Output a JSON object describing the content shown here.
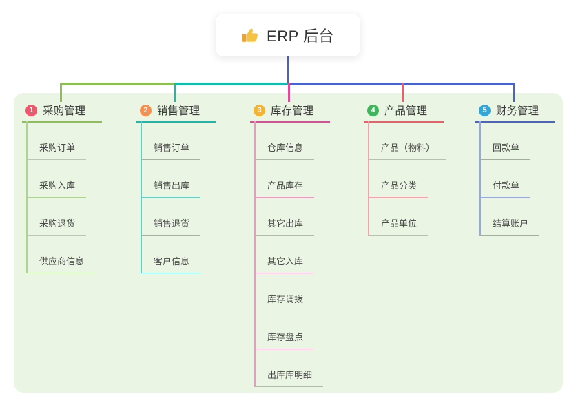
{
  "root": {
    "label": "ERP 后台",
    "icon": "thumbs-up-icon",
    "line_color": "#4862ce"
  },
  "colors": {
    "panel_bg": "#eaf6e3",
    "root_text": "#333333",
    "branch_text": "#3a3a3a",
    "child_text": "#4a4a4a"
  },
  "branches": [
    {
      "number": "1",
      "label": "采购管理",
      "badge_color": "#f3566b",
      "line_color": "#8cc152",
      "child_line_color": "#aed491",
      "children": [
        "采购订单",
        "采购入库",
        "采购退货",
        "供应商信息"
      ]
    },
    {
      "number": "2",
      "label": "销售管理",
      "badge_color": "#f88f4e",
      "line_color": "#11bcb1",
      "child_line_color": "#5fd0c7",
      "children": [
        "销售订单",
        "销售出库",
        "销售退货",
        "客户信息"
      ]
    },
    {
      "number": "3",
      "label": "库存管理",
      "badge_color": "#f6b42e",
      "line_color": "#e6479a",
      "child_line_color": "#f195c3",
      "children": [
        "仓库信息",
        "产品库存",
        "其它出库",
        "其它入库",
        "库存调拨",
        "库存盘点",
        "出库库明细"
      ]
    },
    {
      "number": "4",
      "label": "产品管理",
      "badge_color": "#3db75a",
      "line_color": "#f75968",
      "child_line_color": "#faa0aa",
      "children": [
        "产品（物料）",
        "产品分类",
        "产品单位"
      ]
    },
    {
      "number": "5",
      "label": "财务管理",
      "badge_color": "#2fa7dd",
      "line_color": "#4862ce",
      "child_line_color": "#96a8de",
      "children": [
        "回款单",
        "付款单",
        "结算账户"
      ]
    }
  ]
}
